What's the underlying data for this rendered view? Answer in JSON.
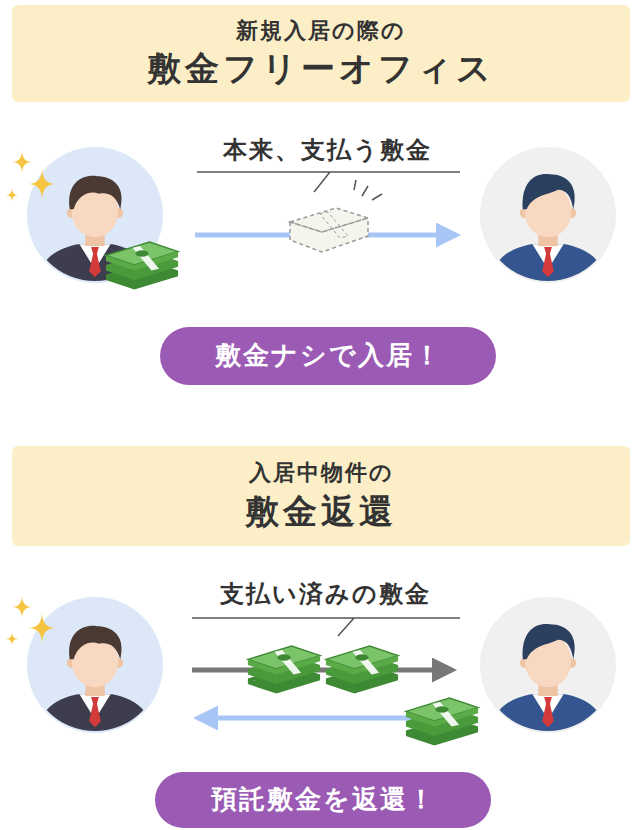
{
  "diagram": {
    "nodes": [
      {
        "text": [
          "新規入居の際の",
          "敷金フリーオフィス"
        ]
      },
      {
        "text": [
          "敷金ナシで入居！"
        ]
      },
      {
        "text": [
          "入居中物件の",
          "敷金返還"
        ]
      },
      {
        "text": [
          "預託敷金を返還！"
        ]
      }
    ],
    "labels": [
      "本来、支払う敷金",
      "支払い済みの敷金"
    ]
  }
}
